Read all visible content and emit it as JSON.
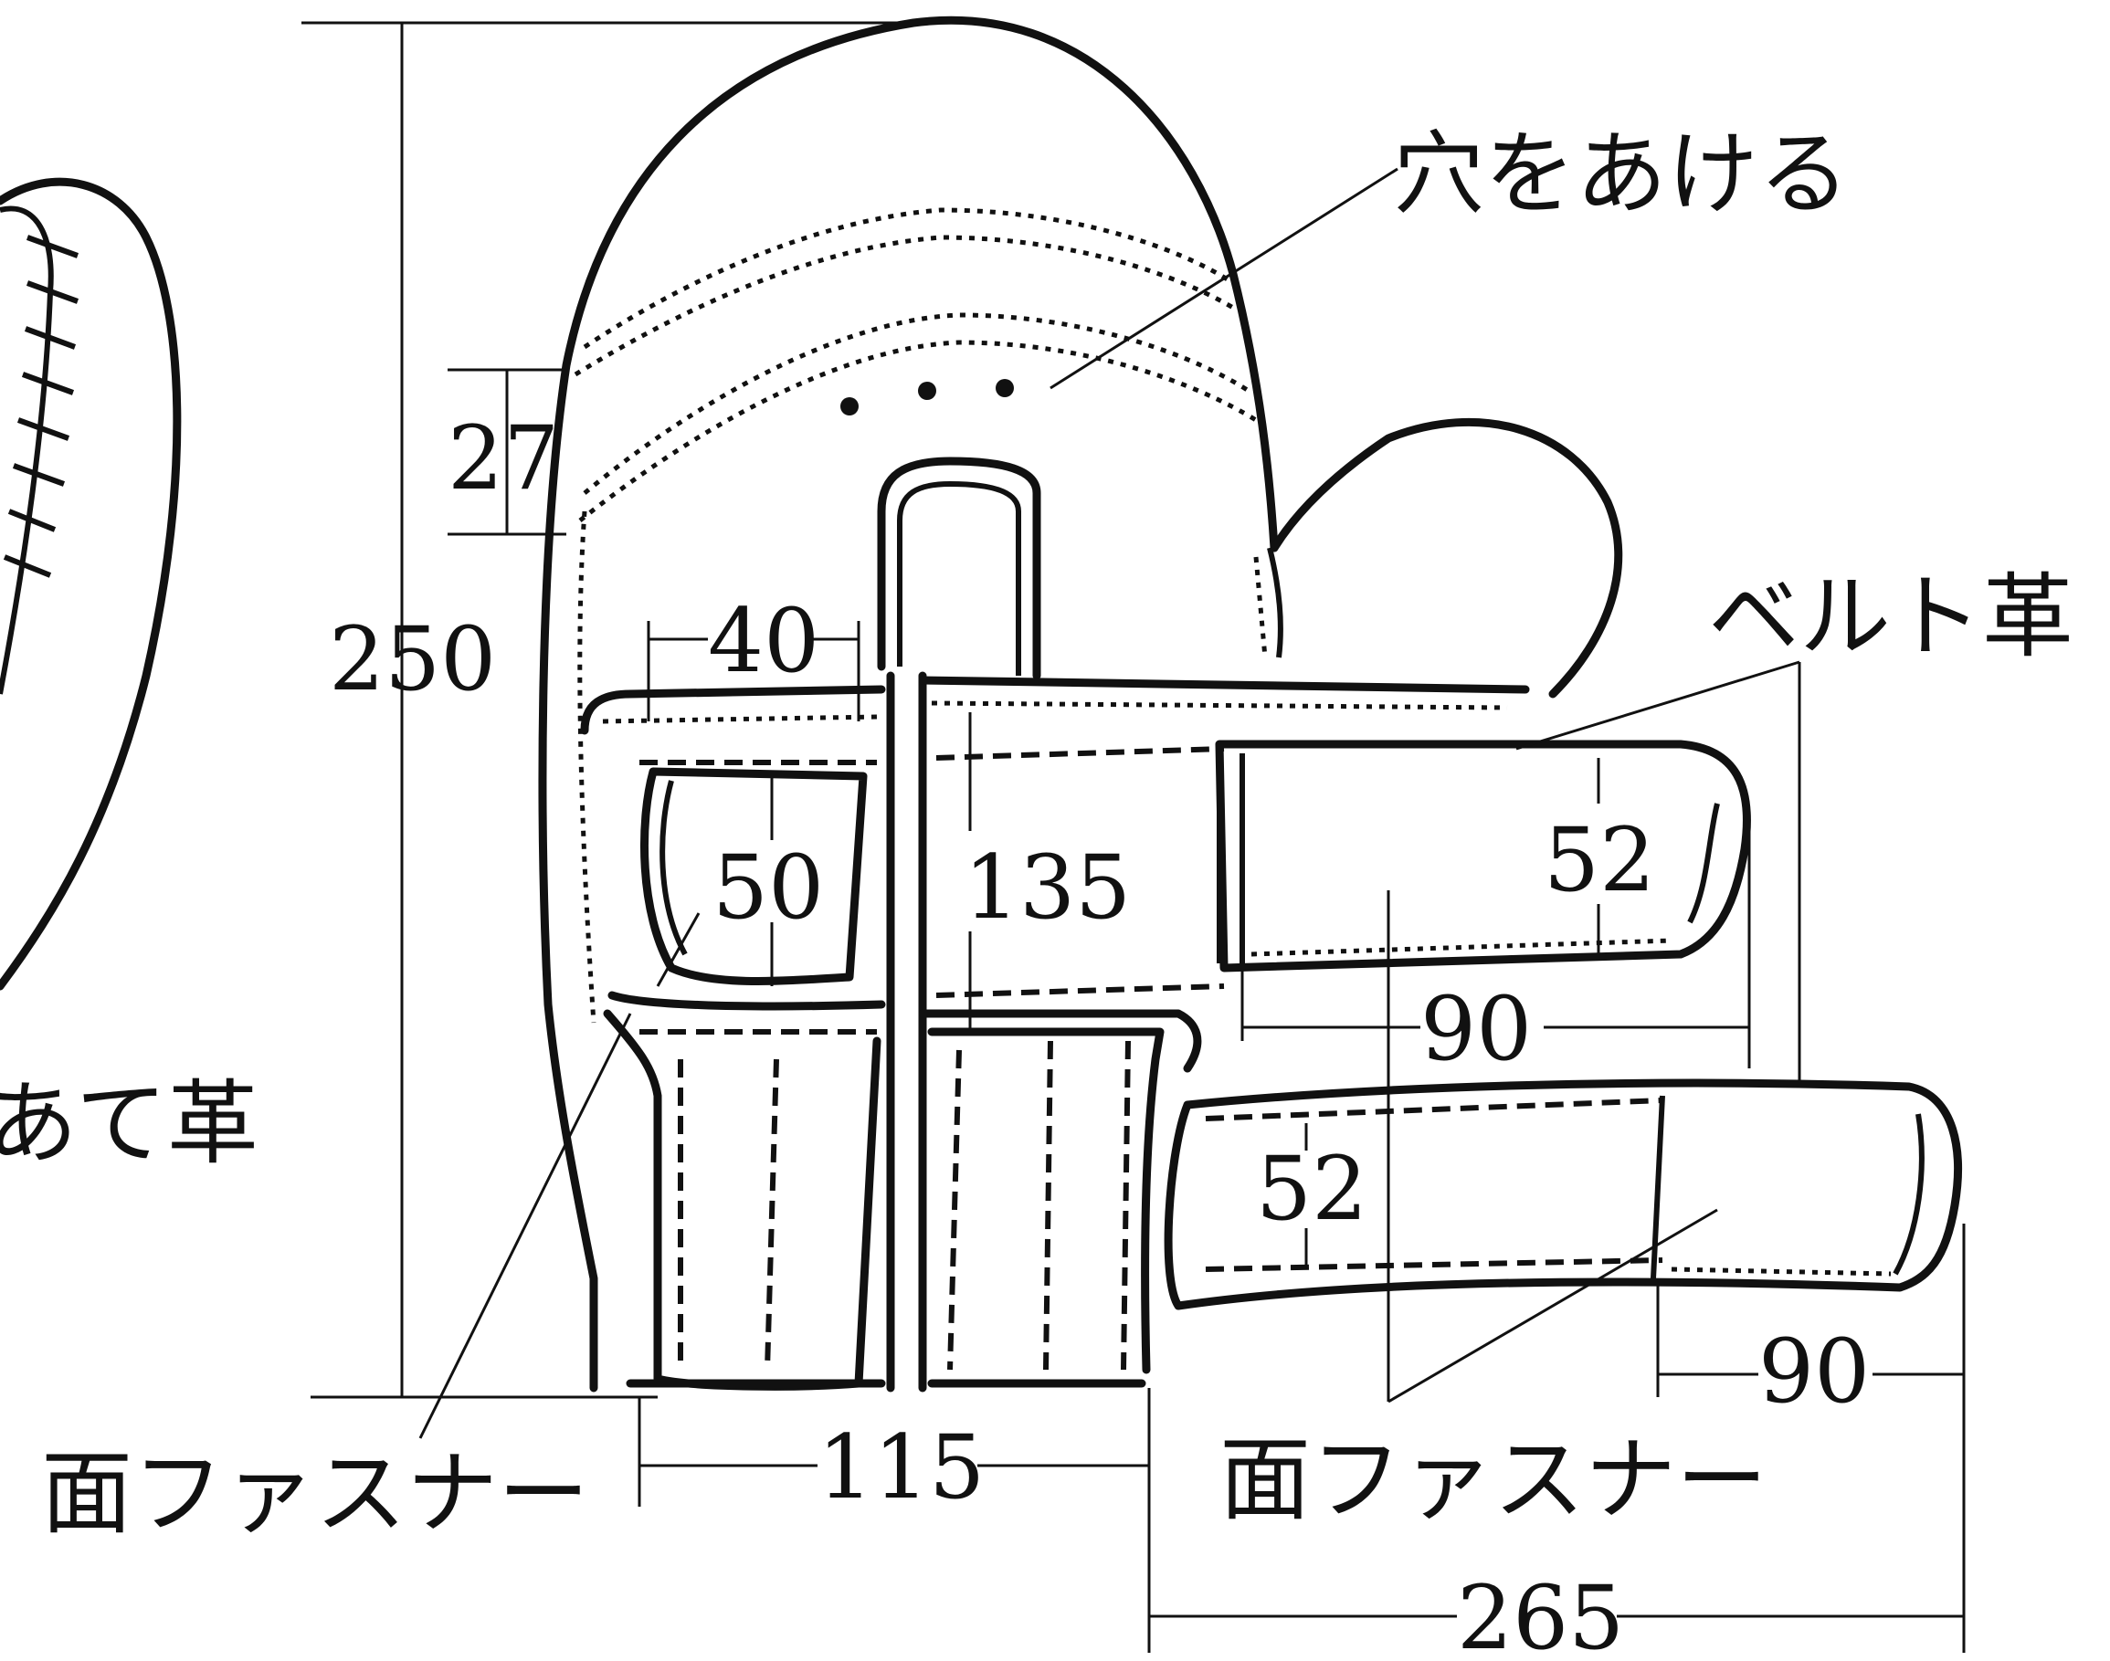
{
  "dimensions": {
    "overall_height": "250",
    "top_band": "27",
    "inner_width": "40",
    "window_height": "50",
    "center_height": "135",
    "upper_belt_width": "52",
    "upper_belt_length": "90",
    "lower_belt_width": "52",
    "lower_belt_length": "90",
    "bottom_width": "115",
    "belt_span": "265"
  },
  "annotations": {
    "holes": "穴をあける",
    "belt_leather": "ベルト革",
    "patch_leather_partial": "あて革",
    "fastener_left": "面ファスナー",
    "fastener_right": "面ファスナー"
  }
}
